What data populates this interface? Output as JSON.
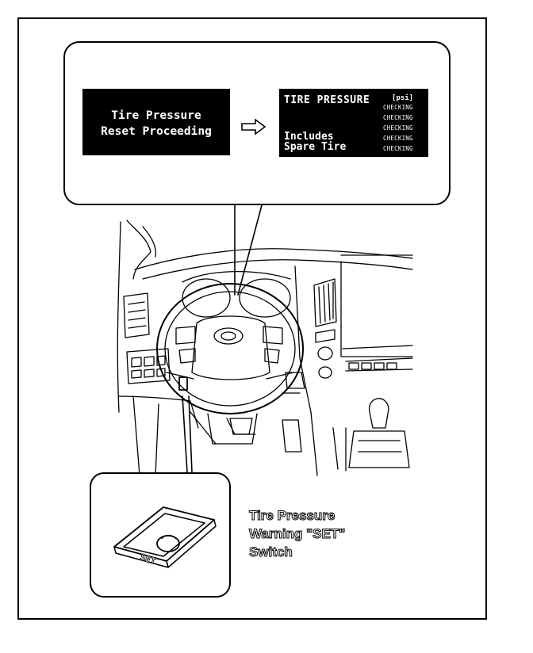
{
  "display_before": {
    "line1": "Tire Pressure",
    "line2": "Reset Proceeding"
  },
  "display_after": {
    "title": "TIRE PRESSURE",
    "unit": "[psi]",
    "status": [
      "CHECKING",
      "CHECKING",
      "CHECKING",
      "CHECKING",
      "CHECKING"
    ],
    "includes_line1": "Includes",
    "includes_line2": "Spare Tire"
  },
  "switch_label": "SET",
  "caption": {
    "line1": "Tire Pressure",
    "line2": "Warning \"SET\"",
    "line3": "Switch"
  },
  "icons": [
    "right-arrow-icon"
  ],
  "colors": {
    "display_bg": "#000000",
    "display_text": "#ffffff",
    "line": "#000000"
  }
}
